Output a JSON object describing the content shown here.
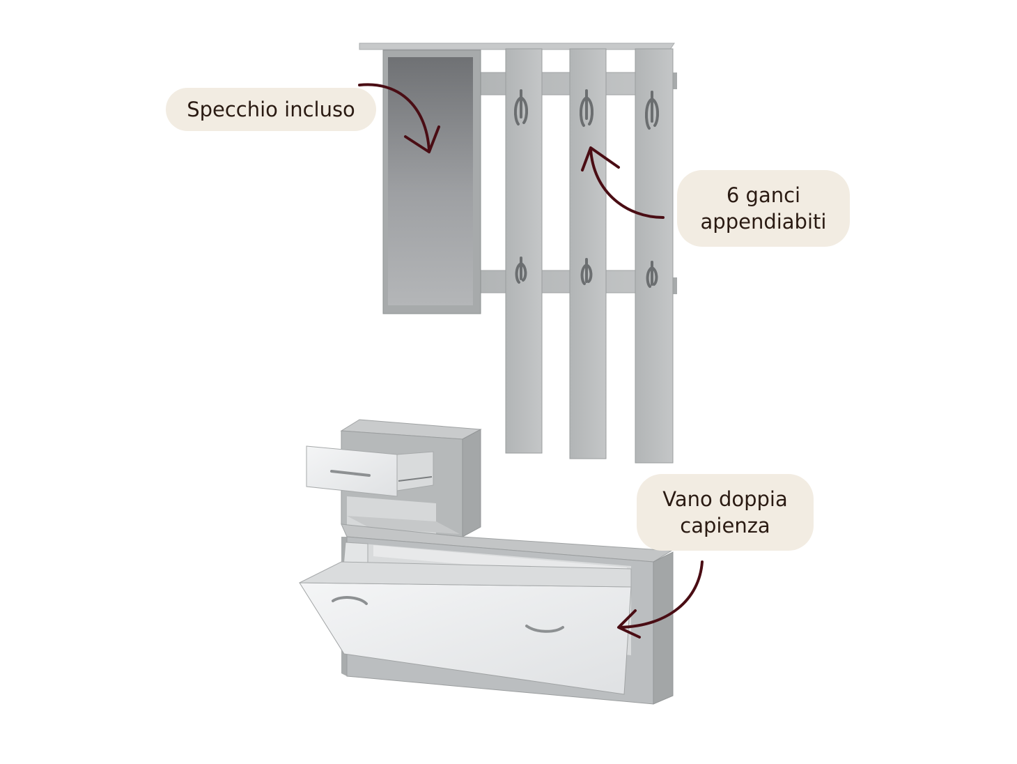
{
  "callouts": {
    "mirror": {
      "text": "Specchio incluso"
    },
    "hooks": {
      "lines": [
        "6 ganci",
        "appendiabiti"
      ]
    },
    "shoes": {
      "lines": [
        "Vano doppia",
        "capienza"
      ]
    }
  },
  "colors": {
    "background": "#ffffff",
    "callout_fill": "#f2ece2",
    "callout_text": "#2a1a12",
    "arrow": "#4a0d14",
    "panel_grey": "#b9bcbd",
    "panel_dark": "#9a9d9f",
    "white_front": "#eceeef"
  }
}
